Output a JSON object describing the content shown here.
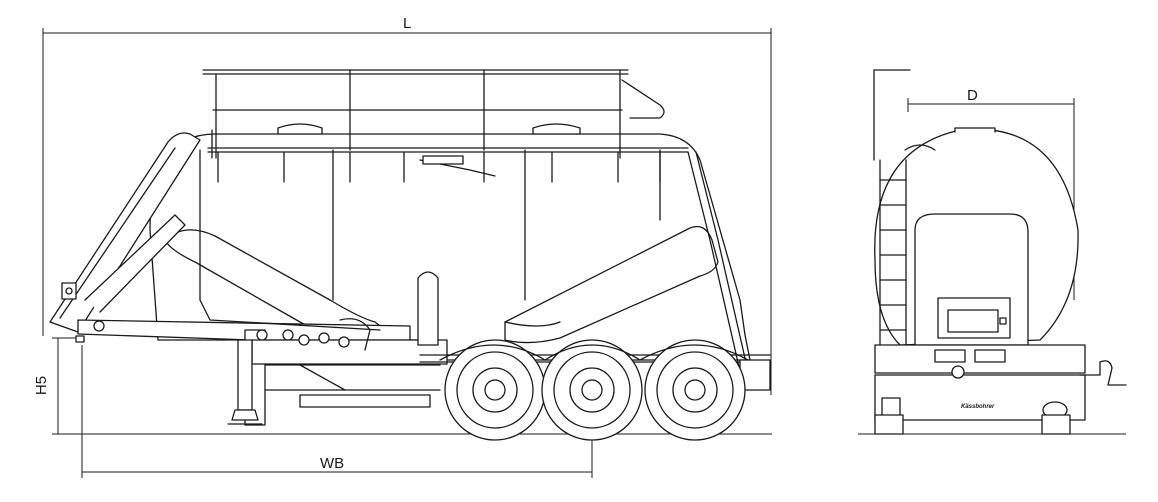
{
  "dimensions": {
    "length_label": "L",
    "diameter_label": "D",
    "height_label": "H5",
    "wheelbase_label": "WB"
  },
  "colors": {
    "line": "#1a1a1a",
    "fill": "#ffffff",
    "shade": "#e6e6e6"
  },
  "logo": {
    "text": "Kässbohrer"
  }
}
